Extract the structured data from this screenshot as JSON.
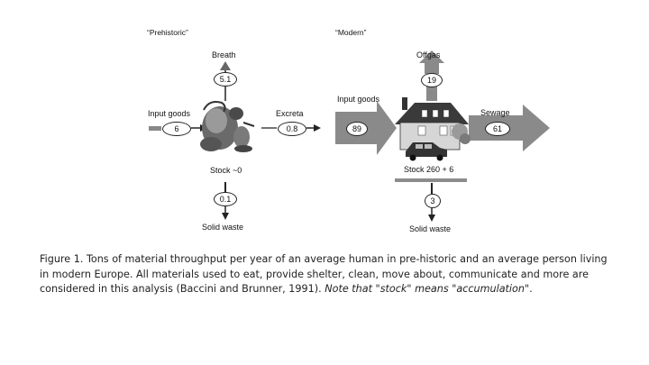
{
  "prehistoric": {
    "title": "“Prehistoric”",
    "breath_label": "Breath",
    "breath_value": "5.1",
    "input_label": "Input goods",
    "input_value": "6",
    "excreta_label": "Excreta",
    "excreta_value": "0.8",
    "stock_label": "Stock ~0",
    "solid_waste_value": "0.1",
    "solid_waste_label": "Solid waste"
  },
  "modern": {
    "title": "“Modern”",
    "offgas_label": "Offgas",
    "offgas_value": "19",
    "input_label": "Input goods",
    "input_value": "89",
    "sewage_label": "Sewage",
    "sewage_value": "61",
    "stock_label": "Stock 260 + 6",
    "solid_waste_value": "3",
    "solid_waste_label": "Solid waste"
  },
  "caption": {
    "main": "Figure 1.  Tons of material throughput per year of an average human in pre-historic and an average person living in modern Europe. All materials used to eat, provide shelter, clean, move about, communicate and more are considered in this analysis (Baccini and Brunner, 1991). ",
    "note": "Note that \"stock\" means \"accumulation\"",
    "end": "."
  },
  "colors": {
    "arrow_gray": "#8a8a8a",
    "line": "#222222",
    "stock_bar": "#8c8c8c"
  }
}
